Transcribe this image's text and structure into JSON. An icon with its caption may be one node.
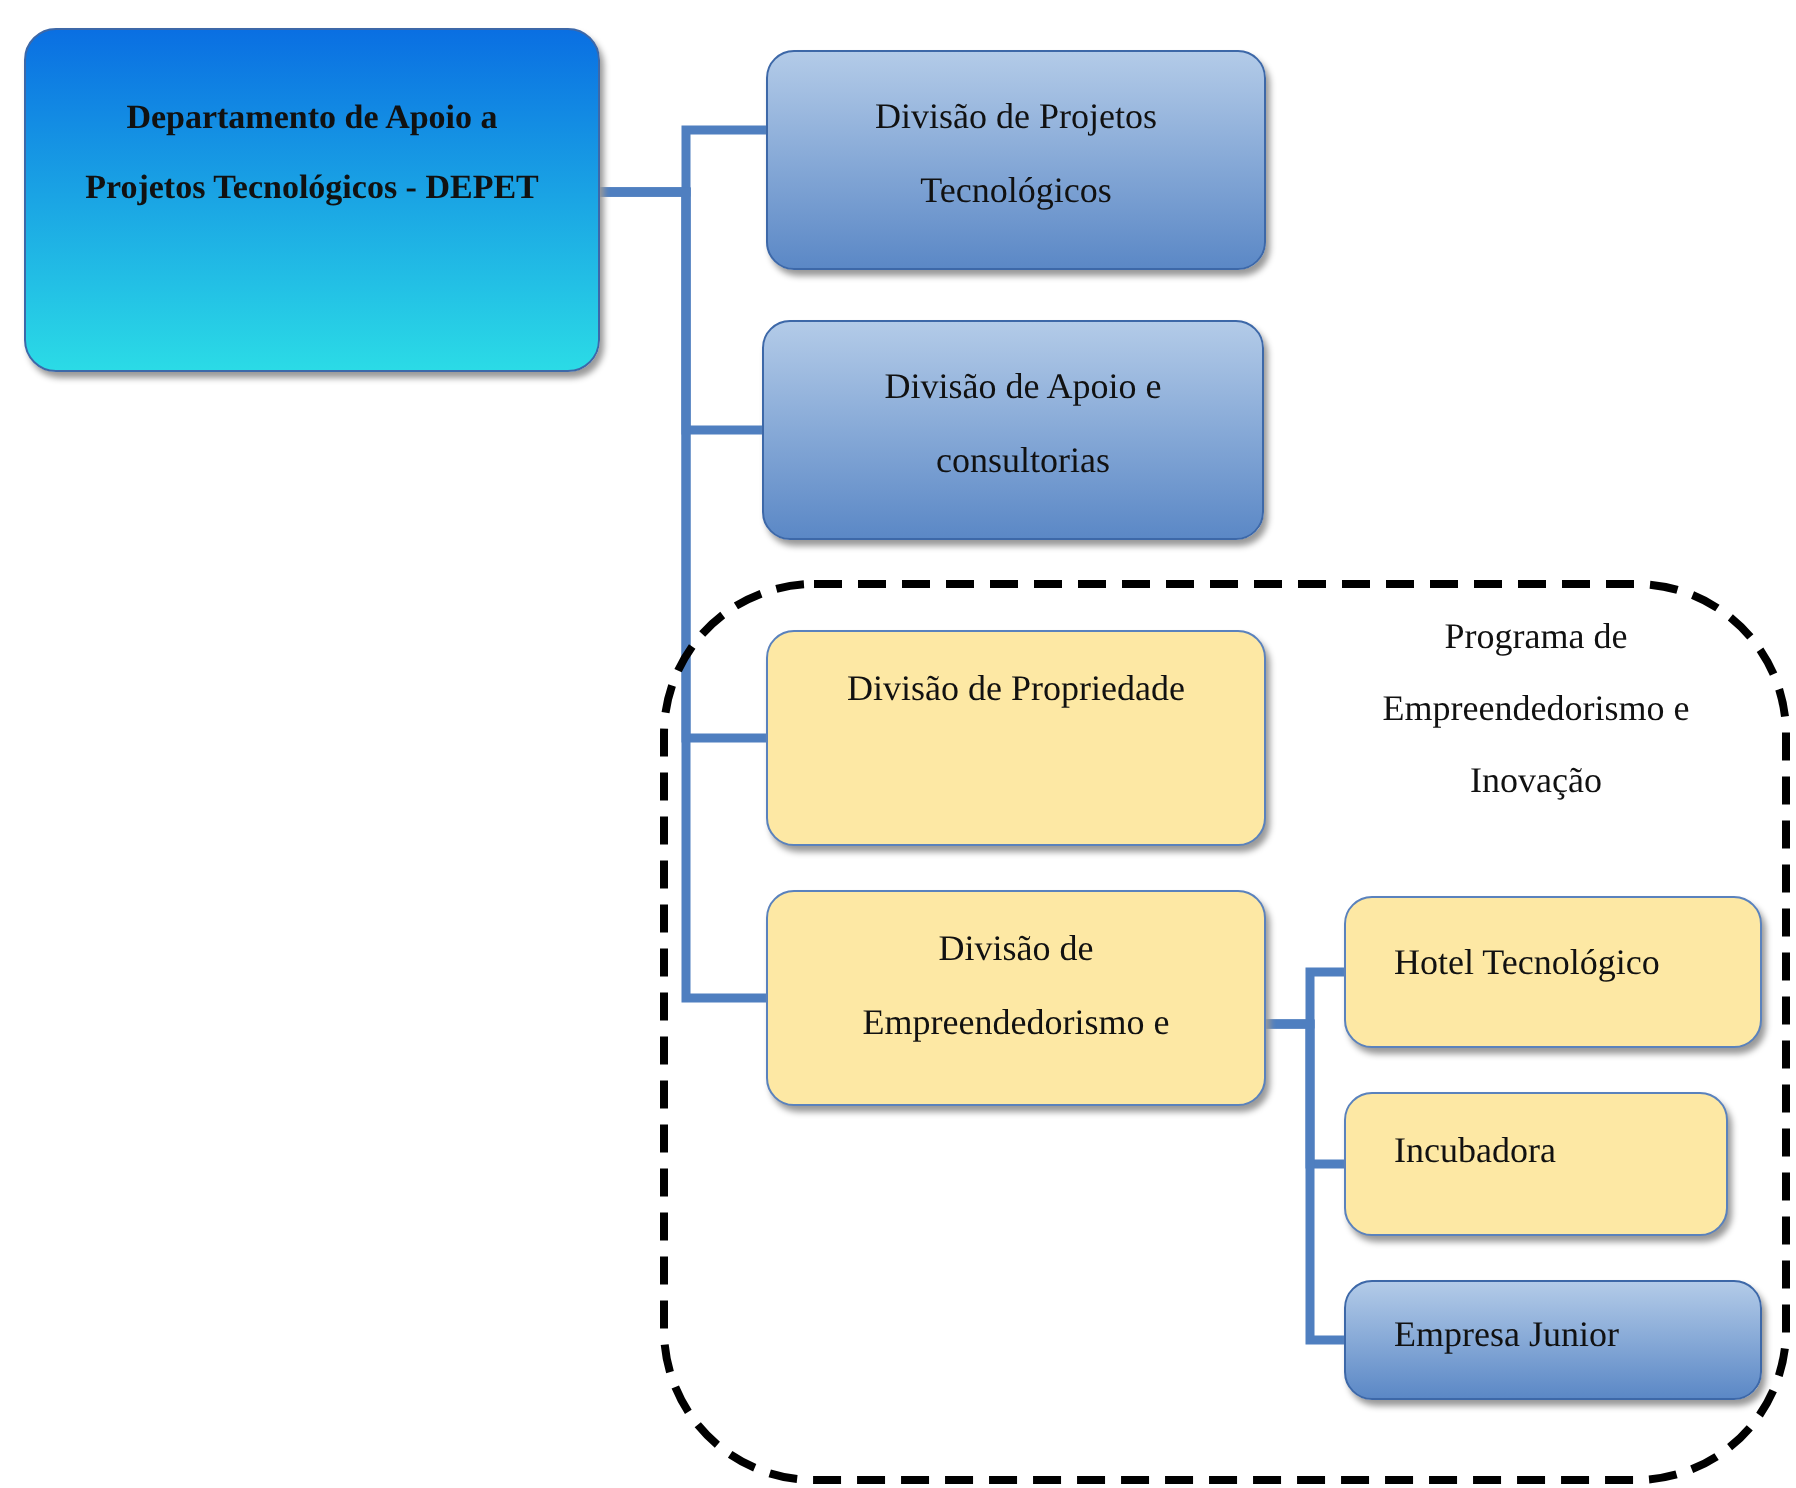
{
  "diagram": {
    "nodes": [
      {
        "text": [
          "Departamento de Apoio a Projetos Tecnológicos - DEPET"
        ]
      },
      {
        "text": [
          "Divisão de Projetos Tecnológicos"
        ]
      },
      {
        "text": [
          "Divisão de Apoio e consultorias"
        ]
      },
      {
        "text": [
          "Programa de Empreendedorismo e Inovação"
        ]
      },
      {
        "text": [
          "Divisão de Propriedade"
        ],
        "in": 3
      },
      {
        "text": [
          "Divisão de Empreendedorismo e"
        ],
        "in": 3
      },
      {
        "text": [
          "Hotel Tecnológico"
        ],
        "in": 3
      },
      {
        "text": [
          "Incubadora"
        ],
        "in": 3
      },
      {
        "text": [
          "Empresa Junior"
        ],
        "in": 3
      }
    ],
    "edges": [
      {
        "from": 0,
        "to": 1,
        "arrow": "none"
      },
      {
        "from": 0,
        "to": 2,
        "arrow": "none"
      },
      {
        "from": 0,
        "to": 4,
        "arrow": "none"
      },
      {
        "from": 0,
        "to": 5,
        "arrow": "none"
      },
      {
        "from": 5,
        "to": 6,
        "arrow": "none"
      },
      {
        "from": 5,
        "to": 7,
        "arrow": "none"
      },
      {
        "from": 5,
        "to": 8,
        "arrow": "none"
      }
    ]
  }
}
